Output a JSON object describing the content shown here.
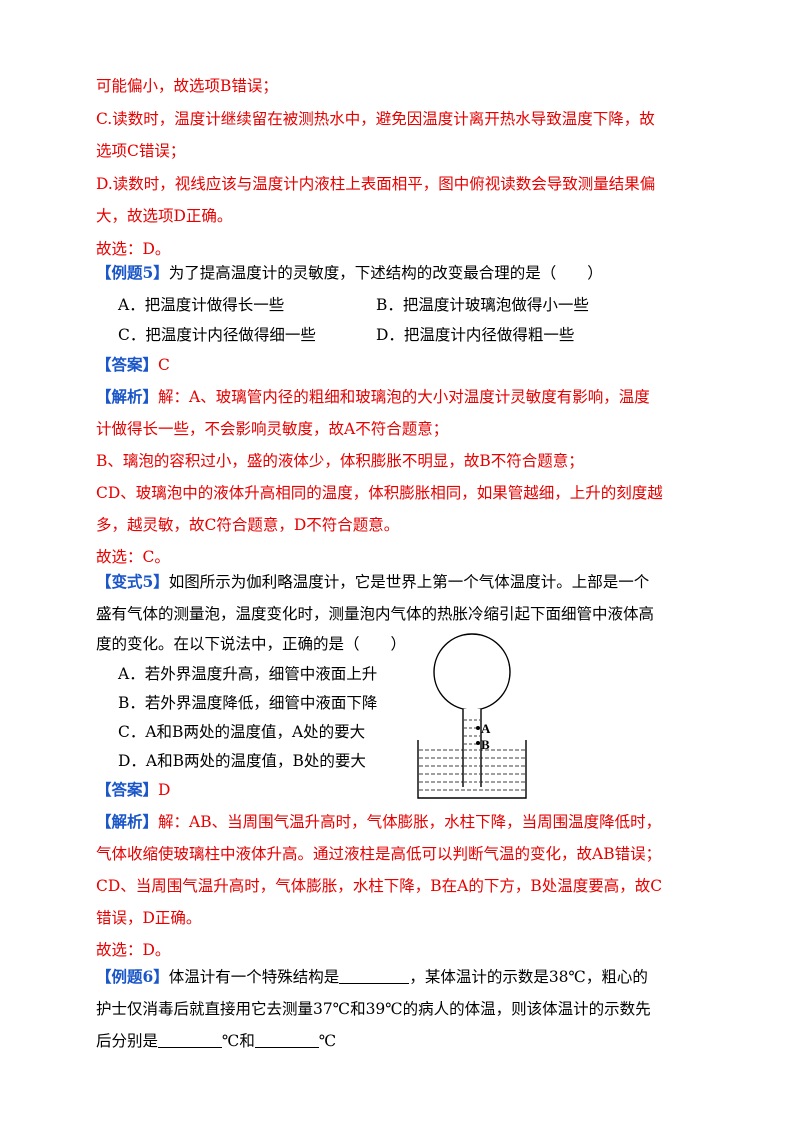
{
  "prev_solution": {
    "line1": "可能偏小，故选项B错误；",
    "line2": "C.读数时，温度计继续留在被测热水中，避免因温度计离开热水导致温度下降，故",
    "line3": "选项C错误；",
    "line4": "D.读数时，视线应该与温度计内液柱上表面相平，图中俯视读数会导致测量结果偏",
    "line5": "大，故选项D正确。",
    "choose": "故选：D。"
  },
  "example5": {
    "tag": "【例题5】",
    "question": "为了提高温度计的灵敏度，下述结构的改变最合理的是（　　）",
    "options": {
      "A": "A．把温度计做得长一些",
      "B": "B．把温度计玻璃泡做得小一些",
      "C": "C．把温度计内径做得细一些",
      "D": "D．把温度计内径做得粗一些"
    },
    "answer_tag": "【答案】",
    "answer": "C",
    "analysis_tag": "【解析】",
    "analysis_line1": "解：A、玻璃管内径的粗细和玻璃泡的大小对温度计灵敏度有影响，温度",
    "analysis_line2": "计做得长一些，不会影响灵敏度，故A不符合题意；",
    "analysis_line3": "B、璃泡的容积过小，盛的液体少，体积膨胀不明显，故B不符合题意；",
    "analysis_line4": "CD、玻璃泡中的液体升高相同的温度，体积膨胀相同，如果管越细，上升的刻度越",
    "analysis_line5": "多，越灵敏，故C符合题意，D不符合题意。",
    "choose": "故选：C。"
  },
  "variant5": {
    "tag": "【变式5】",
    "line1": "如图所示为伽利略温度计，它是世界上第一个气体温度计。上部是一个",
    "line2": "盛有气体的测量泡，温度变化时，测量泡内气体的热胀冷缩引起下面细管中液体高",
    "line3": "度的变化。在以下说法中，正确的是（　　）",
    "options": {
      "A": "A．若外界温度升高，细管中液面上升",
      "B": "B．若外界温度降低，细管中液面下降",
      "C": "C．A和B两处的温度值，A处的要大",
      "D": "D．A和B两处的温度值，B处的要大"
    },
    "figure_labels": {
      "a": "A",
      "b": "B"
    },
    "answer_tag": "【答案】",
    "answer": "D",
    "analysis_tag": "【解析】",
    "analysis_line1": "解：AB、当周围气温升高时，气体膨胀，水柱下降，当周围温度降低时，",
    "analysis_line2": "气体收缩使玻璃柱中液体升高。通过液柱是高低可以判断气温的变化，故AB错误；",
    "analysis_line3": "CD、当周围气温升高时，气体膨胀，水柱下降，B在A的下方，B处温度要高，故C",
    "analysis_line4": "错误，D正确。",
    "choose": "故选：D。"
  },
  "example6": {
    "tag": "【例题6】",
    "part1": "体温计有一个特殊结构是",
    "part2": "，某体温计的示数是38℃，粗心的",
    "line2": "护士仅消毒后就直接用它去测量37℃和39℃的病人的体温，则该体温计的示数先",
    "part3": "后分别是",
    "unit1": "℃和",
    "unit2": "℃"
  }
}
